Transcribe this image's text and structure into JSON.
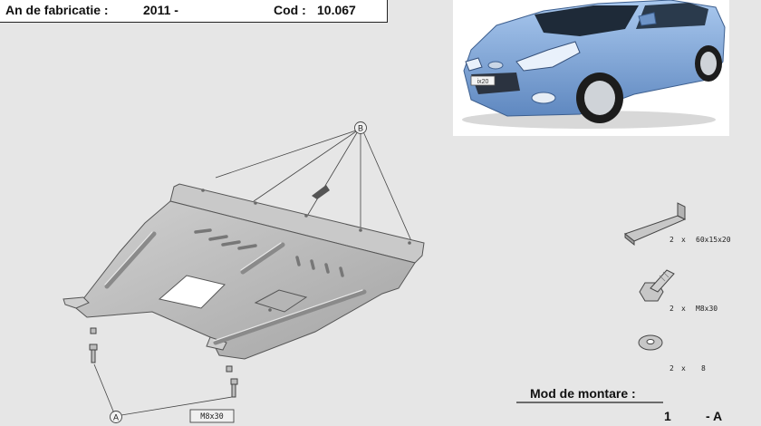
{
  "header": {
    "year_label": "An de fabricatie :",
    "year_value": "2011 -",
    "code_label": "Cod :",
    "code_value": "10.067"
  },
  "callouts": {
    "b": "B",
    "a": "A",
    "bolt_size_near_a": "M8x30"
  },
  "car": {
    "plate": "ix20",
    "body_color": "#7fa6d6"
  },
  "parts": [
    {
      "qty": "2",
      "x": "x",
      "spec": "60x15x20",
      "icon": "bracket-plate-icon"
    },
    {
      "qty": "2",
      "x": "x",
      "spec": "M8x30",
      "icon": "bolt-icon"
    },
    {
      "qty": "2",
      "x": "x",
      "spec": "8",
      "icon": "washer-icon"
    }
  ],
  "mounting": {
    "title": "Mod de montare :",
    "number": "1",
    "variant": "- A"
  }
}
